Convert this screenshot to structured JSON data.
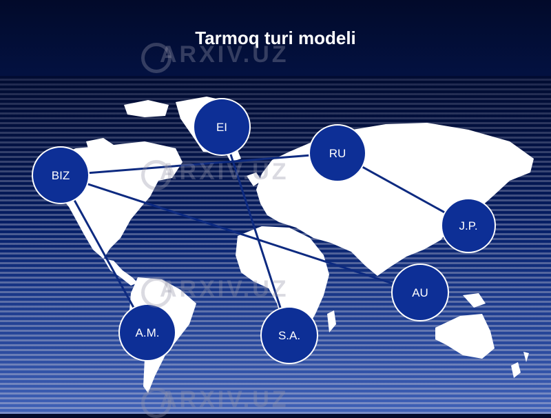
{
  "title": "Tarmoq turi modeli",
  "watermark": "ARXIV.UZ",
  "colors": {
    "node_fill": "#0d2f96",
    "node_stroke": "#ffffff",
    "link": "#0d2a80",
    "land": "#ffffff"
  },
  "nodes": [
    {
      "id": "biz",
      "label": "BIZ"
    },
    {
      "id": "ei",
      "label": "EI"
    },
    {
      "id": "ru",
      "label": "RU"
    },
    {
      "id": "jp",
      "label": "J.P."
    },
    {
      "id": "au",
      "label": "AU"
    },
    {
      "id": "am",
      "label": "A.M."
    },
    {
      "id": "sa",
      "label": "S.A."
    }
  ],
  "links": [
    {
      "from": "biz",
      "to": "ru"
    },
    {
      "from": "biz",
      "to": "au"
    },
    {
      "from": "biz",
      "to": "am"
    },
    {
      "from": "ru",
      "to": "jp"
    },
    {
      "from": "ei",
      "to": "sa"
    }
  ]
}
